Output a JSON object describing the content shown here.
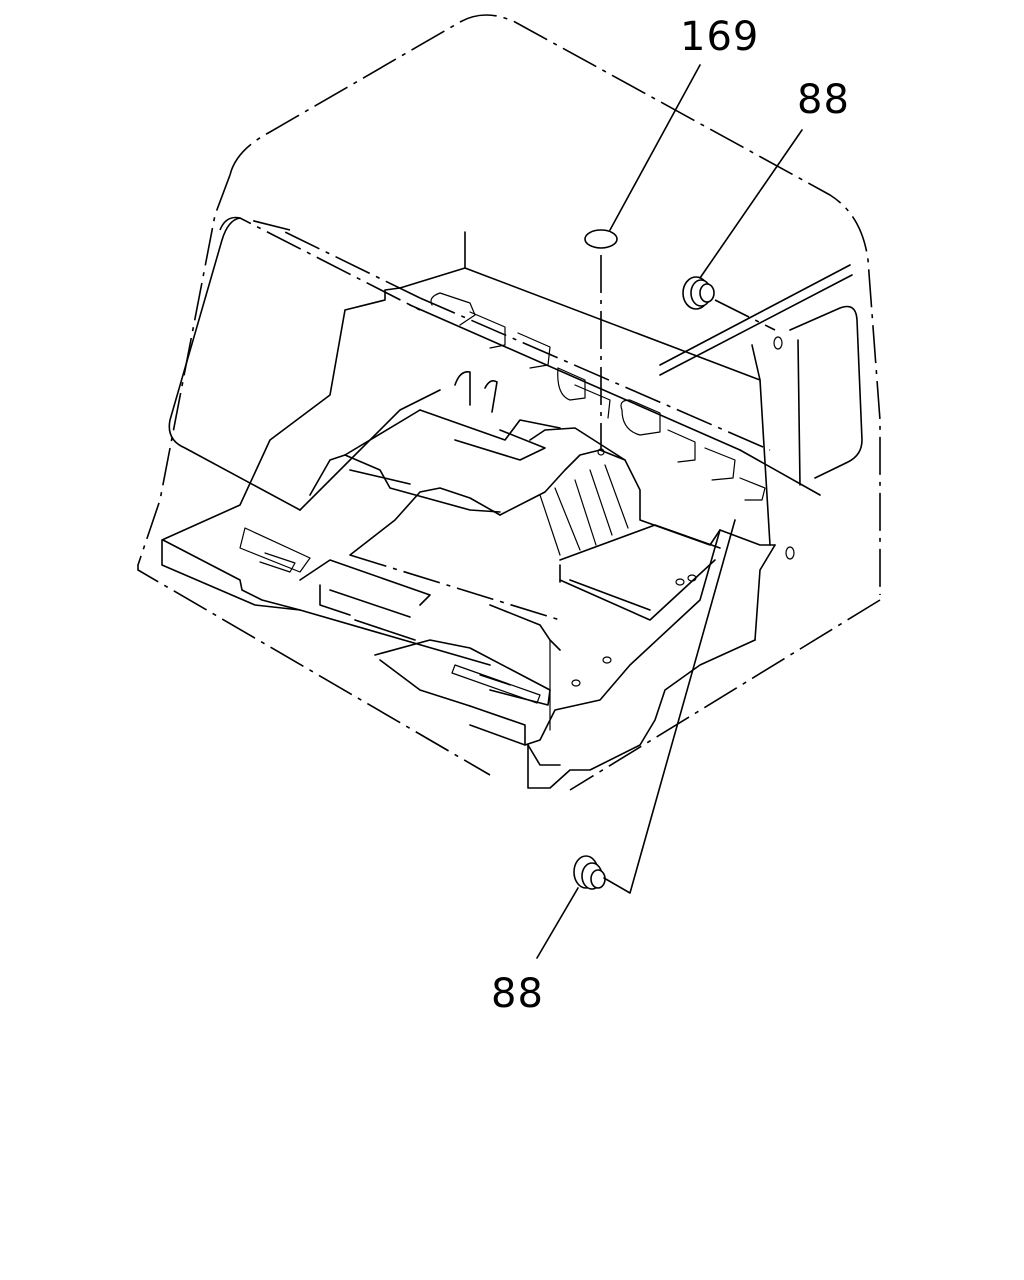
{
  "callouts": {
    "part_169": "169",
    "part_88_top": "88",
    "part_88_bottom": "88"
  }
}
